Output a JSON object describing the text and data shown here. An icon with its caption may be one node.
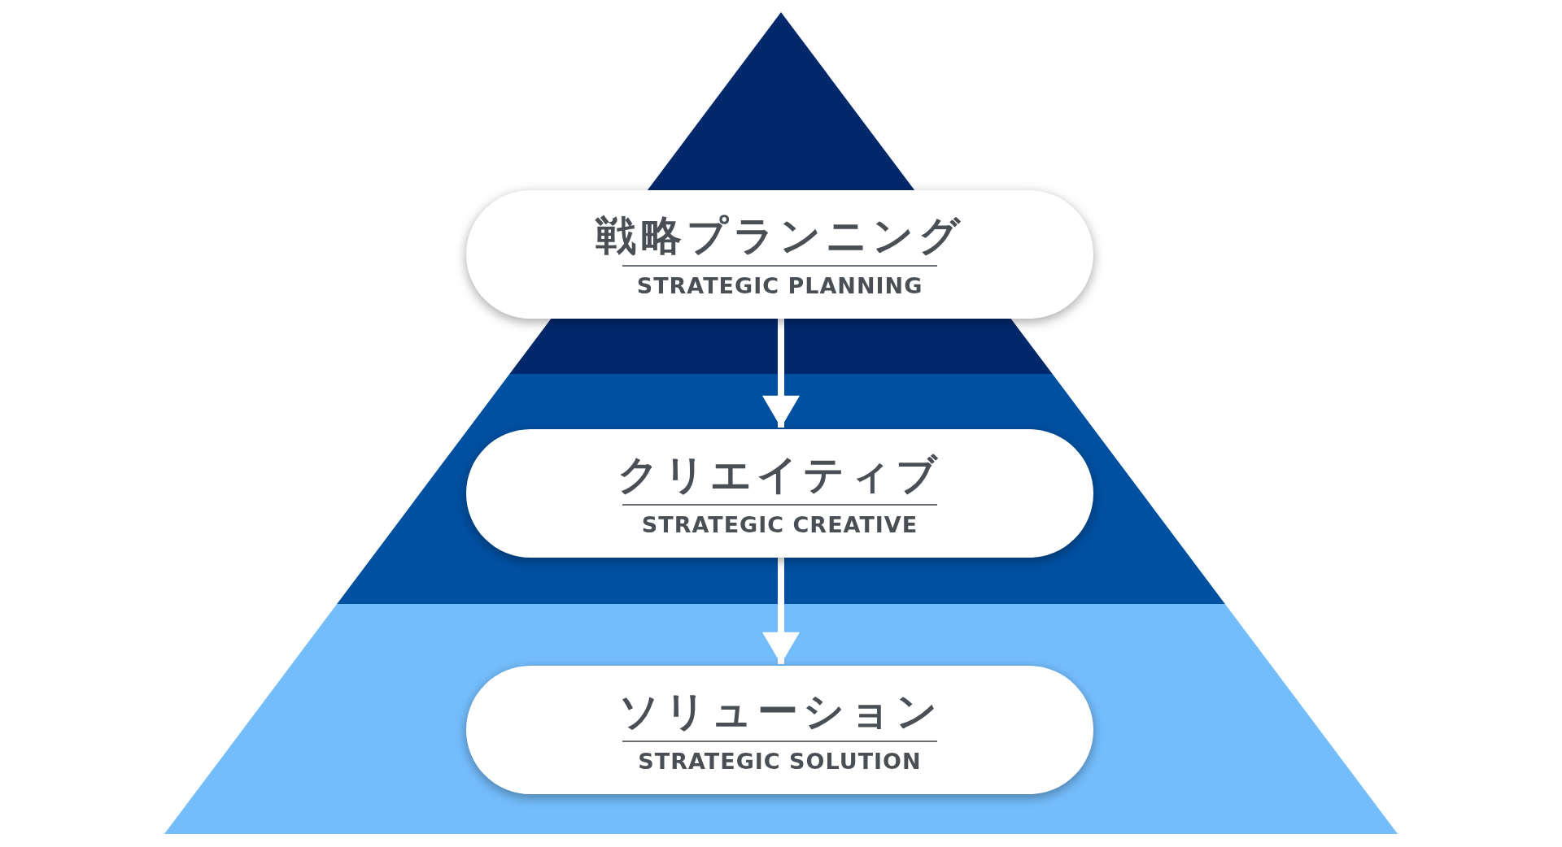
{
  "diagram": {
    "nodes": [
      {
        "text": [
          "戦略プランニング",
          "STRATEGIC PLANNING"
        ]
      },
      {
        "text": [
          "クリエイティブ",
          "STRATEGIC CREATIVE"
        ]
      },
      {
        "text": [
          "ソリューション",
          "STRATEGIC SOLUTION"
        ]
      }
    ],
    "edges": [
      {
        "from": 0,
        "to": 1,
        "arrow": "to"
      },
      {
        "from": 1,
        "to": 2,
        "arrow": "to"
      }
    ]
  }
}
